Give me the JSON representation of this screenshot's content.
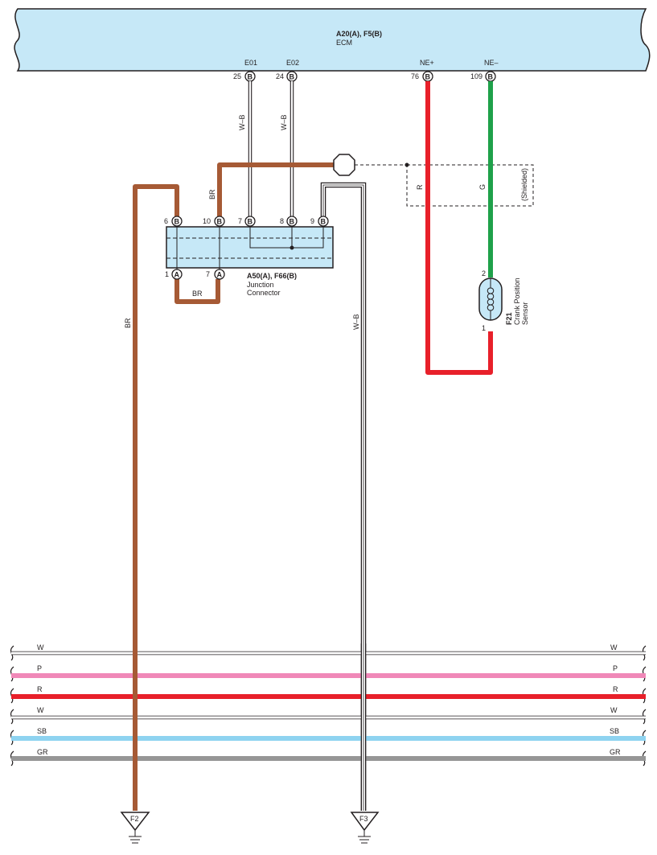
{
  "ecm": {
    "ref": "A20(A), F5(B)",
    "name": "ECM"
  },
  "ecm_pins": [
    {
      "signal": "E01",
      "pin": "25",
      "conn": "B"
    },
    {
      "signal": "E02",
      "pin": "24",
      "conn": "B"
    },
    {
      "signal": "NE+",
      "pin": "76",
      "conn": "B"
    },
    {
      "signal": "NE–",
      "pin": "109",
      "conn": "B"
    }
  ],
  "junction": {
    "ref": "A50(A), F66(B)",
    "name_line1": "Junction",
    "name_line2": "Connector",
    "top_pins": [
      {
        "pin": "6",
        "conn": "B"
      },
      {
        "pin": "10",
        "conn": "B"
      },
      {
        "pin": "7",
        "conn": "B"
      },
      {
        "pin": "8",
        "conn": "B"
      },
      {
        "pin": "9",
        "conn": "B"
      }
    ],
    "bottom_pins": [
      {
        "pin": "1",
        "conn": "A"
      },
      {
        "pin": "7",
        "conn": "A"
      }
    ]
  },
  "wire_labels": {
    "e01": "W–B",
    "e02": "W–B",
    "br_upper": "BR",
    "br_bottom": "BR",
    "br_long": "BR",
    "wb_long": "W–B",
    "ne_plus": "R",
    "ne_minus": "G",
    "shielded": "(Shielded)"
  },
  "sensor": {
    "ref": "F21",
    "name_line1": "Crank Position",
    "name_line2": "Sensor",
    "pin_top": "2",
    "pin_bottom": "1"
  },
  "bus_lines": [
    {
      "label": "W",
      "color": "#ffffff"
    },
    {
      "label": "P",
      "color": "#f088b8"
    },
    {
      "label": "R",
      "color": "#e8202a"
    },
    {
      "label": "W",
      "color": "#ffffff"
    },
    {
      "label": "SB",
      "color": "#8ed3f0"
    },
    {
      "label": "GR",
      "color": "#969696"
    }
  ],
  "grounds": [
    {
      "label": "F2"
    },
    {
      "label": "F3"
    }
  ],
  "colors": {
    "box_fill": "#c6e8f7",
    "brown": "#a65a35",
    "red": "#e8202a",
    "green": "#1fa14a"
  }
}
